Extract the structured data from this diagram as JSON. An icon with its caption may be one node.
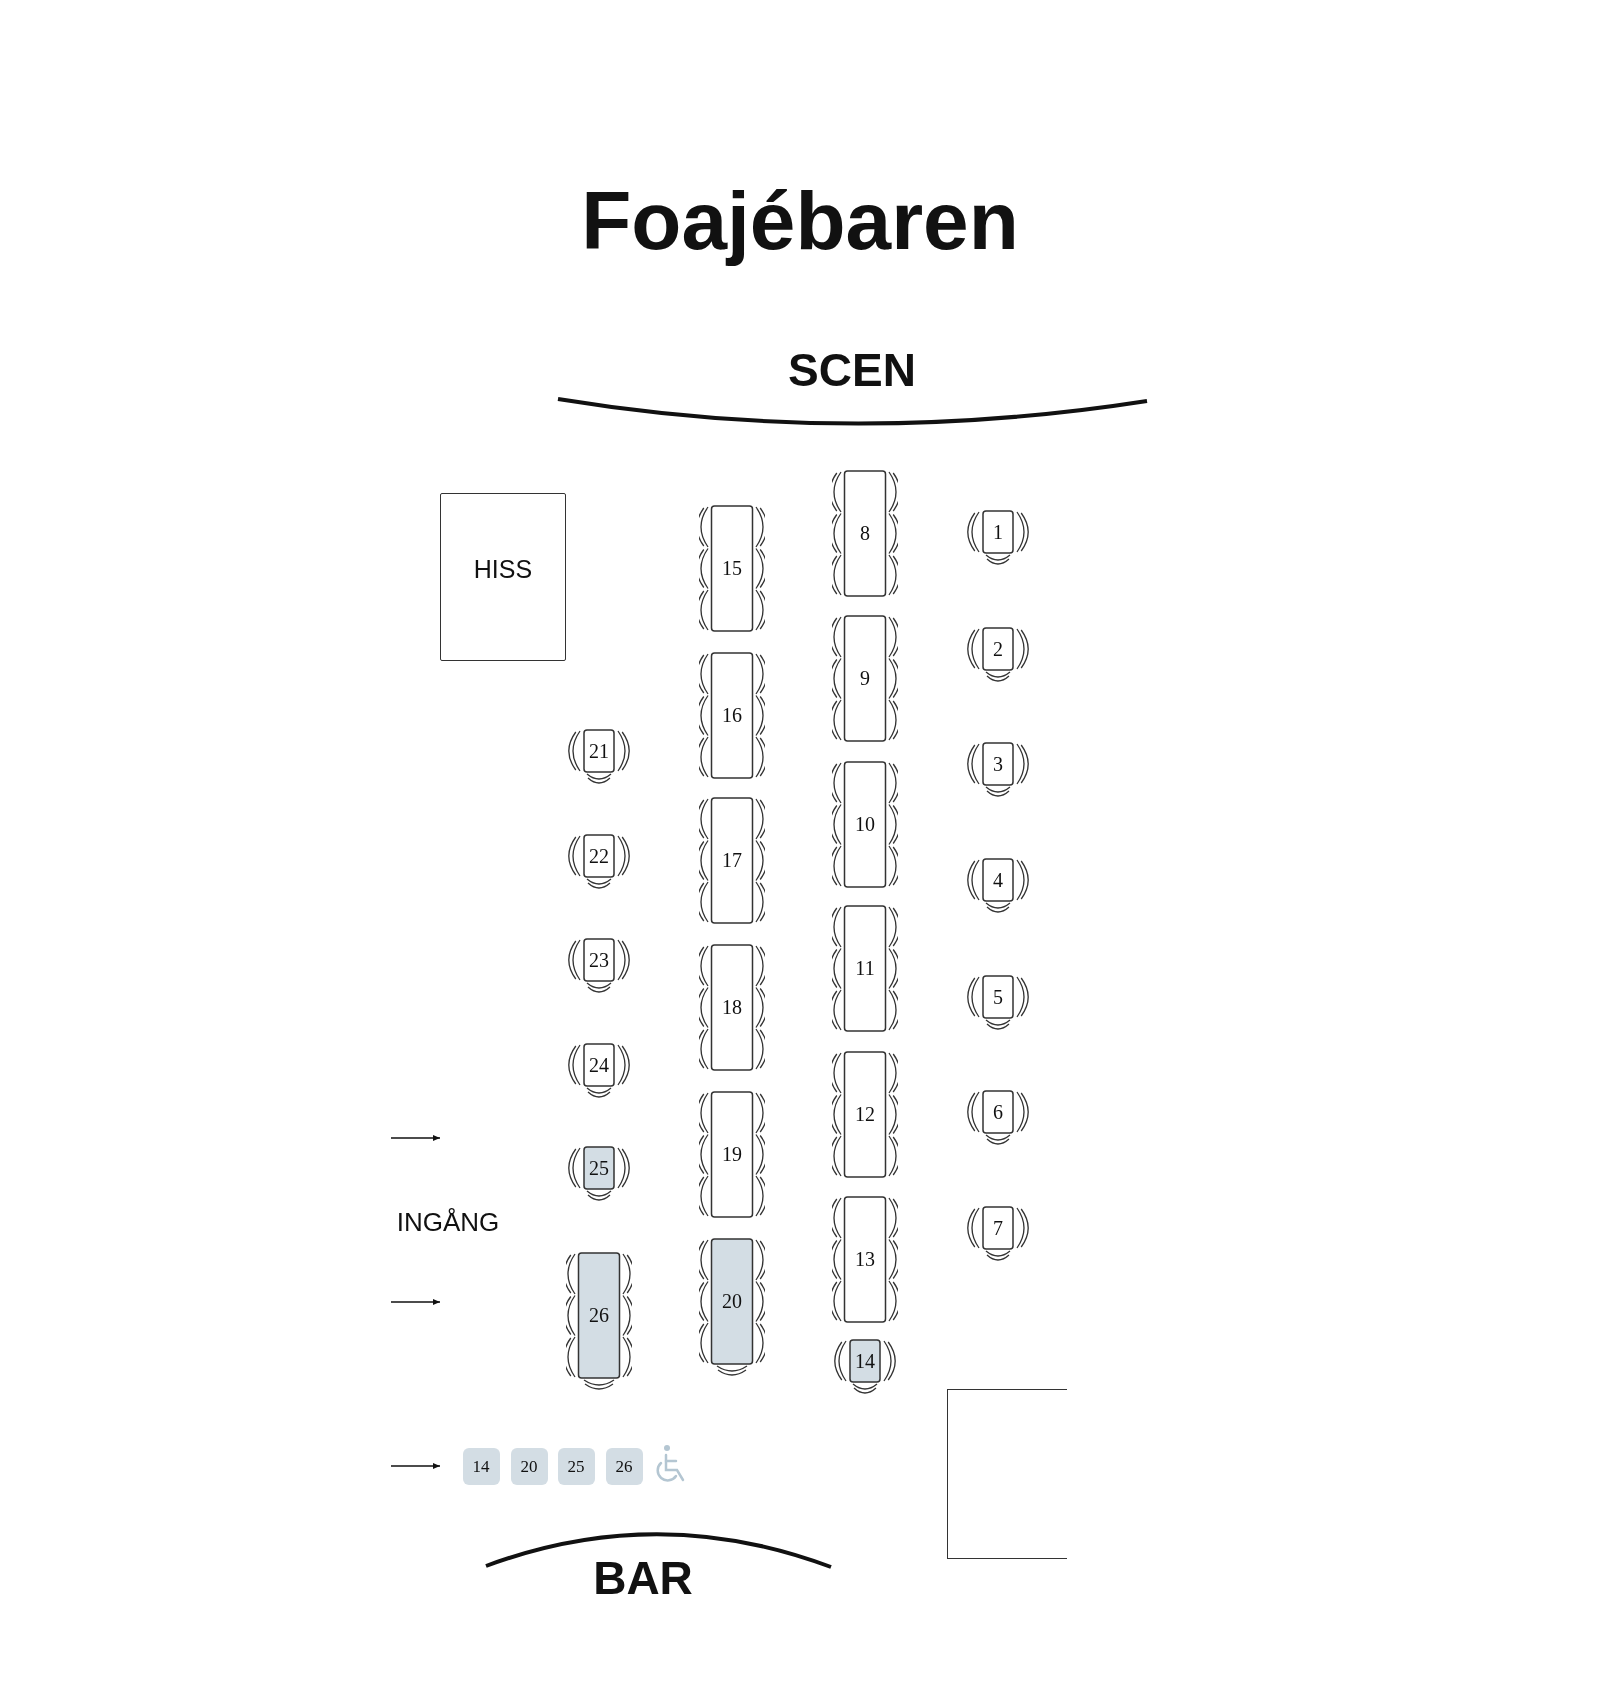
{
  "diagram": {
    "title": "Foajébaren",
    "nodes": [
      {
        "text": [
          "HISS"
        ]
      },
      {
        "text": [
          "1"
        ]
      },
      {
        "text": [
          "2"
        ]
      },
      {
        "text": [
          "3"
        ]
      },
      {
        "text": [
          "4"
        ]
      },
      {
        "text": [
          "5"
        ]
      },
      {
        "text": [
          "6"
        ]
      },
      {
        "text": [
          "7"
        ]
      },
      {
        "text": [
          "8"
        ]
      },
      {
        "text": [
          "9"
        ]
      },
      {
        "text": [
          "10"
        ]
      },
      {
        "text": [
          "11"
        ]
      },
      {
        "text": [
          "12"
        ]
      },
      {
        "text": [
          "13"
        ]
      },
      {
        "text": [
          "14"
        ]
      },
      {
        "text": [
          "15"
        ]
      },
      {
        "text": [
          "16"
        ]
      },
      {
        "text": [
          "17"
        ]
      },
      {
        "text": [
          "18"
        ]
      },
      {
        "text": [
          "19"
        ]
      },
      {
        "text": [
          "20"
        ]
      },
      {
        "text": [
          "21"
        ]
      },
      {
        "text": [
          "22"
        ]
      },
      {
        "text": [
          "23"
        ]
      },
      {
        "text": [
          "24"
        ]
      },
      {
        "text": [
          "25"
        ]
      },
      {
        "text": [
          "26"
        ]
      },
      {
        "text": [
          "14"
        ]
      },
      {
        "text": [
          "20"
        ]
      },
      {
        "text": [
          "25"
        ]
      },
      {
        "text": [
          "26"
        ]
      },
      {
        "text": [],
        "shape": "box"
      }
    ],
    "labels": [
      "SCEN",
      "INGÅNG",
      "BAR"
    ]
  }
}
